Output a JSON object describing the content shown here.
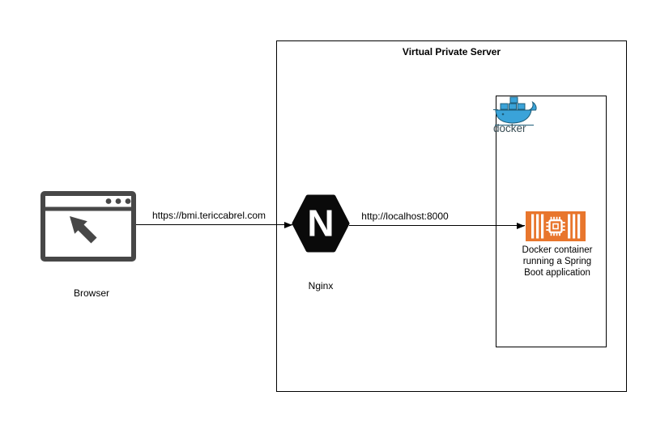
{
  "diagram": {
    "vps": {
      "title": "Virtual Private Server"
    },
    "browser": {
      "label": "Browser"
    },
    "request_arrow": {
      "label": "https://bmi.tericcabrel.com"
    },
    "nginx": {
      "label": "Nginx",
      "letter": "N"
    },
    "proxy_arrow": {
      "label": "http://localhost:8000"
    },
    "docker": {
      "wordmark": "docker"
    },
    "spring_container": {
      "label_lines": [
        "Docker container",
        "running a Spring",
        "Boot application"
      ]
    },
    "colors": {
      "outline": "#000000",
      "icon_gray": "#474747",
      "nginx_black": "#0A0A0A",
      "docker_blue": "#3AA3D9",
      "docker_dark": "#1D5D79",
      "docker_text": "#394D54",
      "container_orange": "#E8762D"
    }
  }
}
